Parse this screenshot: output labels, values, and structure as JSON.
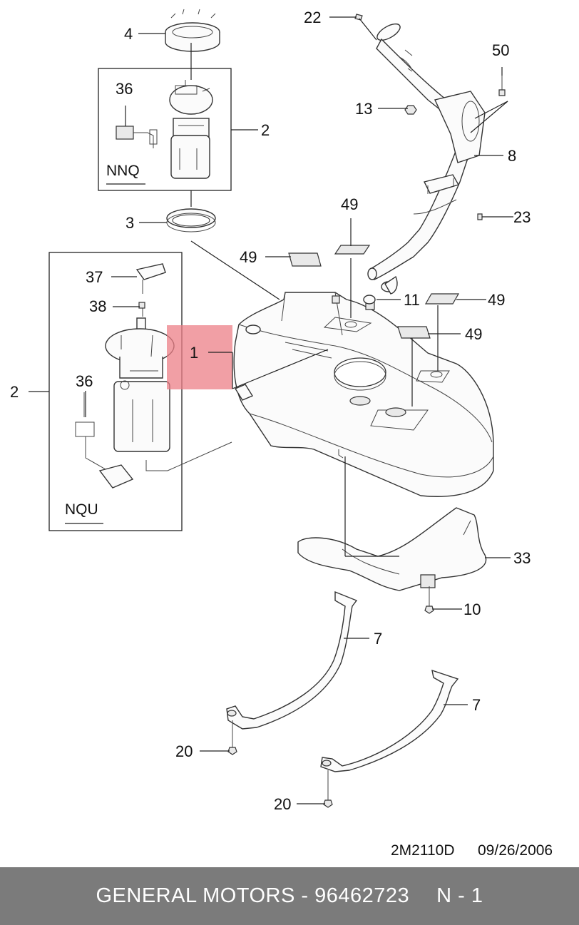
{
  "diagram": {
    "drawing_code": "2M2110D",
    "drawing_date": "09/26/2006",
    "callouts": {
      "c1": "1",
      "c2a": "2",
      "c2b": "2",
      "c3": "3",
      "c4": "4",
      "c7a": "7",
      "c7b": "7",
      "c8": "8",
      "c10": "10",
      "c11": "11",
      "c13": "13",
      "c20a": "20",
      "c20b": "20",
      "c22": "22",
      "c23": "23",
      "c33": "33",
      "c36a": "36",
      "c36b": "36",
      "c37": "37",
      "c38": "38",
      "c49a": "49",
      "c49b": "49",
      "c49c": "49",
      "c49d": "49",
      "c50": "50"
    },
    "boxes": {
      "nnq": "NNQ",
      "nqu": "NQU"
    },
    "highlight_color": "#ec7f87"
  },
  "footer": {
    "brand": "GENERAL MOTORS - 96462723",
    "page": "N - 1"
  }
}
